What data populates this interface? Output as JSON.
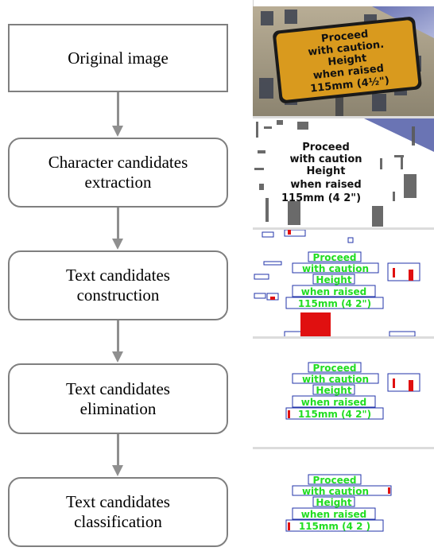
{
  "steps": [
    {
      "id": "original",
      "label": "Original image"
    },
    {
      "id": "extraction",
      "label": "Character candidates\nextraction"
    },
    {
      "id": "construction",
      "label": "Text candidates\nconstruction"
    },
    {
      "id": "elimination",
      "label": "Text candidates\nelimination"
    },
    {
      "id": "classification",
      "label": "Text candidates\nclassification"
    }
  ],
  "sign_lines": [
    "Proceed",
    "with caution.",
    "Height",
    "when raised",
    "115mm (4½\")"
  ],
  "binary_lines": [
    "Proceed",
    "with caution",
    "Height",
    "when raised",
    "115mm (4 2\")"
  ],
  "detect_lines": [
    "Proceed",
    "with caution",
    "Height",
    "when raised",
    "115mm (4 2\")"
  ],
  "final_lines": [
    "Proceed",
    "with caution",
    "Height",
    "when raised",
    "115mm (4 2 )"
  ],
  "colors": {
    "sign_fill": "#d99a1e",
    "sign_border": "#1a1a1a",
    "detect_text": "#22dd22",
    "box_outline": "#2233aa",
    "red_mark": "#e01010",
    "connector": "#8f8f8f"
  }
}
